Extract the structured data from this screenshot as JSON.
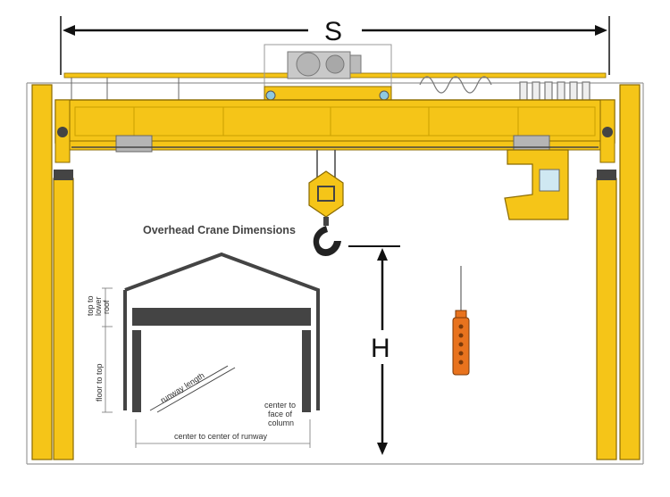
{
  "dimensions": {
    "span_label": "S",
    "height_label": "H"
  },
  "title": "Overhead Crane Dimensions",
  "building_labels": {
    "top_to_roof_1": "top to",
    "top_to_roof_2": "lower",
    "top_to_roof_3": "roof",
    "floor_to_top": "floor to top",
    "runway_length": "runway length",
    "center_face_1": "center to",
    "center_face_2": "face of",
    "center_face_3": "column",
    "center_runway": "center to center of runway"
  },
  "colors": {
    "crane_yellow": "#f5c518",
    "crane_outline": "#8a6a00",
    "steel_dark": "#555555",
    "pendant_orange": "#e8731e"
  }
}
